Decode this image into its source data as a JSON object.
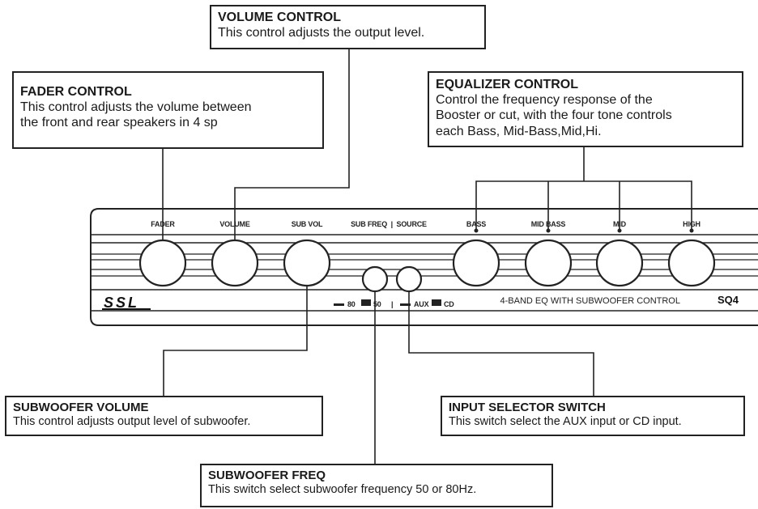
{
  "callouts": {
    "volume": {
      "title": "VOLUME CONTROL",
      "text": "This control adjusts the output level."
    },
    "fader": {
      "title": "FADER CONTROL",
      "lines": [
        "This control adjusts the volume between",
        "the front and rear speakers in 4 sp"
      ]
    },
    "equalizer": {
      "title": "EQUALIZER CONTROL",
      "lines": [
        "Control the frequency response of the",
        "Booster or cut, with the four tone controls",
        "each Bass, Mid-Bass,Mid,Hi."
      ]
    },
    "sub_volume": {
      "title": "SUBWOOFER VOLUME",
      "text": "This control adjusts output level of subwoofer."
    },
    "input_selector": {
      "title": "INPUT SELECTOR SWITCH",
      "text": "This switch select the AUX input or CD input."
    },
    "sub_freq": {
      "title": "SUBWOOFER FREQ",
      "text": "This switch select subwoofer frequency 50 or 80Hz."
    }
  },
  "panel": {
    "brand": "SSL",
    "model": "SQ4",
    "tagline": "4-BAND EQ WITH SUBWOOFER CONTROL",
    "labels": {
      "fader": "FADER",
      "volume": "VOLUME",
      "sub_vol": "SUB VOL",
      "sub_freq_source": "SUB FREQ  |  SOURCE",
      "bass": "BASS",
      "mid_bass": "MID BASS",
      "mid": "MID",
      "high": "HIGH"
    },
    "switch_labels": {
      "freq_80": "80",
      "freq_50": "50",
      "separator": "|",
      "aux": "AUX",
      "cd": "CD"
    }
  },
  "colors": {
    "line": "#222222",
    "background": "#ffffff"
  }
}
